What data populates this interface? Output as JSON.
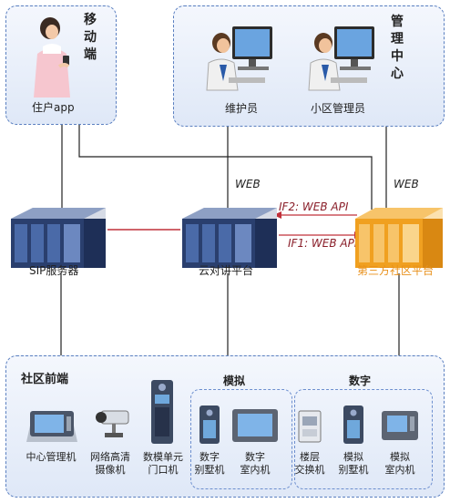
{
  "mobile": {
    "title_chars": [
      "移",
      "动",
      "端"
    ],
    "resident_label": "住户app"
  },
  "management": {
    "title_chars": [
      "管",
      "理",
      "中",
      "心"
    ],
    "maintainer_label": "维护员",
    "admin_label": "小区管理员"
  },
  "links": {
    "web_left": "WEB",
    "web_right": "WEB",
    "if2": "IF2: WEB API",
    "if1": "IF1: WEB API"
  },
  "servers": {
    "sip": "SIP服务器",
    "cloud": "云对讲平台",
    "third_party": "第三方社区平台"
  },
  "frontend": {
    "title": "社区前端",
    "analog_label": "模拟",
    "digital_label": "数字",
    "devices": [
      {
        "line1": "中心管理机",
        "line2": ""
      },
      {
        "line1": "网络高清",
        "line2": "摄像机"
      },
      {
        "line1": "数模单元",
        "line2": "门口机"
      },
      {
        "line1": "数字",
        "line2": "别墅机"
      },
      {
        "line1": "数字",
        "line2": "室内机"
      },
      {
        "line1": "楼层",
        "line2": "交换机"
      },
      {
        "line1": "模拟",
        "line2": "别墅机"
      },
      {
        "line1": "模拟",
        "line2": "室内机"
      }
    ]
  },
  "colors": {
    "zone_border": "#5a7fc0",
    "api_red": "#c0303a",
    "third_party_orange": "#f0a020",
    "server_navy": "#2a3f6e"
  }
}
